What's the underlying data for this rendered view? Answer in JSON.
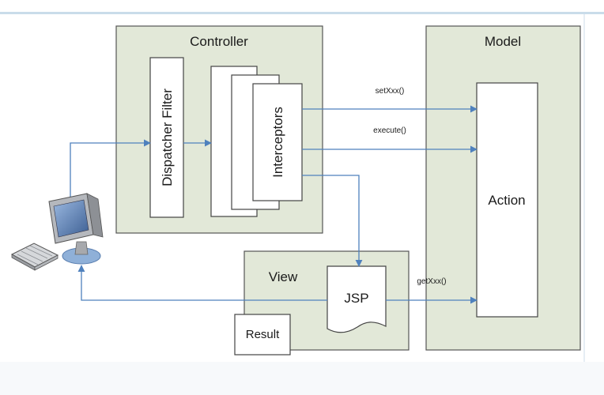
{
  "diagram": {
    "controller": {
      "title": "Controller"
    },
    "model": {
      "title": "Model"
    },
    "view": {
      "title": "View"
    },
    "dispatcher_filter": {
      "label": "Dispatcher Filter"
    },
    "interceptors": {
      "label": "Interceptors"
    },
    "action": {
      "label": "Action"
    },
    "jsp": {
      "label": "JSP"
    },
    "result": {
      "label": "Result"
    },
    "calls": {
      "set": "setXxx()",
      "execute": "execute()",
      "get": "getXxx()"
    },
    "colors": {
      "panel_fill": "#e2e8d8",
      "panel_stroke": "#555555",
      "arrow": "#4f81bd",
      "top_rule": "#c9dcea"
    },
    "icons": [
      "computer-monitor-icon",
      "keyboard-icon"
    ]
  }
}
